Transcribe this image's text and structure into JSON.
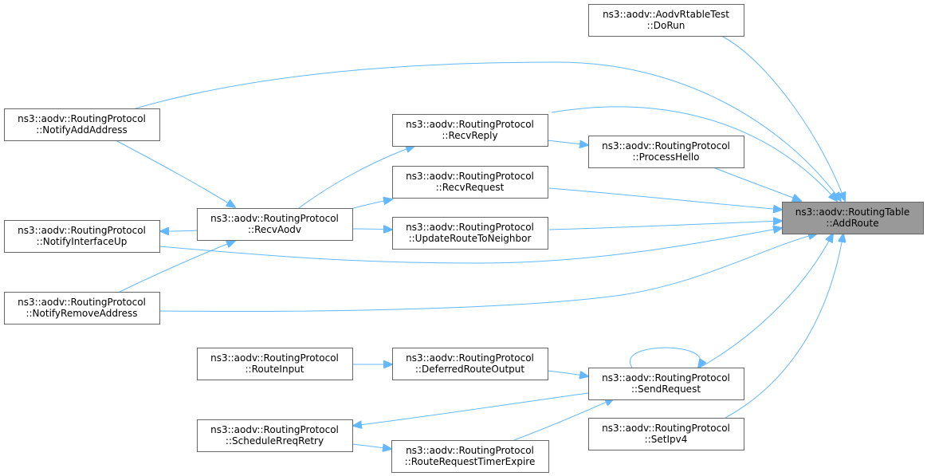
{
  "diagram": {
    "nodes": [
      {
        "id": "addroute",
        "line1": "ns3::aodv::RoutingTable",
        "line2": "::AddRoute",
        "focus": true
      },
      {
        "id": "dorun",
        "line1": "ns3::aodv::AodvRtableTest",
        "line2": "::DoRun"
      },
      {
        "id": "notifyaddaddress",
        "line1": "ns3::aodv::RoutingProtocol",
        "line2": "::NotifyAddAddress"
      },
      {
        "id": "notifyinterfaceup",
        "line1": "ns3::aodv::RoutingProtocol",
        "line2": "::NotifyInterfaceUp"
      },
      {
        "id": "notifyremoveaddress",
        "line1": "ns3::aodv::RoutingProtocol",
        "line2": "::NotifyRemoveAddress"
      },
      {
        "id": "recvaodv",
        "line1": "ns3::aodv::RoutingProtocol",
        "line2": "::RecvAodv"
      },
      {
        "id": "recvreply",
        "line1": "ns3::aodv::RoutingProtocol",
        "line2": "::RecvReply"
      },
      {
        "id": "recvrequest",
        "line1": "ns3::aodv::RoutingProtocol",
        "line2": "::RecvRequest"
      },
      {
        "id": "updateroutetoneighbor",
        "line1": "ns3::aodv::RoutingProtocol",
        "line2": "::UpdateRouteToNeighbor"
      },
      {
        "id": "processhello",
        "line1": "ns3::aodv::RoutingProtocol",
        "line2": "::ProcessHello"
      },
      {
        "id": "routeinput",
        "line1": "ns3::aodv::RoutingProtocol",
        "line2": "::RouteInput"
      },
      {
        "id": "deferredrouteoutput",
        "line1": "ns3::aodv::RoutingProtocol",
        "line2": "::DeferredRouteOutput"
      },
      {
        "id": "sendrequest",
        "line1": "ns3::aodv::RoutingProtocol",
        "line2": "::SendRequest"
      },
      {
        "id": "schedulerreqretry",
        "line1": "ns3::aodv::RoutingProtocol",
        "line2": "::ScheduleRreqRetry"
      },
      {
        "id": "routerequesttimerexpire",
        "line1": "ns3::aodv::RoutingProtocol",
        "line2": "::RouteRequestTimerExpire"
      },
      {
        "id": "setipv4",
        "line1": "ns3::aodv::RoutingProtocol",
        "line2": "::SetIpv4"
      }
    ],
    "edges": [
      {
        "from": "dorun",
        "to": "addroute"
      },
      {
        "from": "notifyaddaddress",
        "to": "addroute"
      },
      {
        "from": "recvreply",
        "to": "addroute"
      },
      {
        "from": "processhello",
        "to": "addroute"
      },
      {
        "from": "recvrequest",
        "to": "addroute"
      },
      {
        "from": "updateroutetoneighbor",
        "to": "addroute"
      },
      {
        "from": "notifyinterfaceup",
        "to": "addroute"
      },
      {
        "from": "notifyremoveaddress",
        "to": "addroute"
      },
      {
        "from": "sendrequest",
        "to": "addroute"
      },
      {
        "from": "setipv4",
        "to": "addroute"
      },
      {
        "from": "notifyaddaddress",
        "to": "recvaodv"
      },
      {
        "from": "recvaodv",
        "to": "notifyinterfaceup"
      },
      {
        "from": "notifyremoveaddress",
        "to": "recvaodv"
      },
      {
        "from": "recvaodv",
        "to": "recvreply"
      },
      {
        "from": "recvaodv",
        "to": "recvrequest"
      },
      {
        "from": "recvaodv",
        "to": "updateroutetoneighbor"
      },
      {
        "from": "recvreply",
        "to": "processhello"
      },
      {
        "from": "routeinput",
        "to": "deferredrouteoutput"
      },
      {
        "from": "deferredrouteoutput",
        "to": "sendrequest"
      },
      {
        "from": "sendrequest",
        "to": "sendrequest"
      },
      {
        "from": "sendrequest",
        "to": "schedulerreqretry"
      },
      {
        "from": "schedulerreqretry",
        "to": "routerequesttimerexpire"
      },
      {
        "from": "routerequesttimerexpire",
        "to": "sendrequest"
      }
    ]
  },
  "colors": {
    "edge": "#63b8ff",
    "focus_fill": "#999999",
    "node_border": "#666666"
  }
}
